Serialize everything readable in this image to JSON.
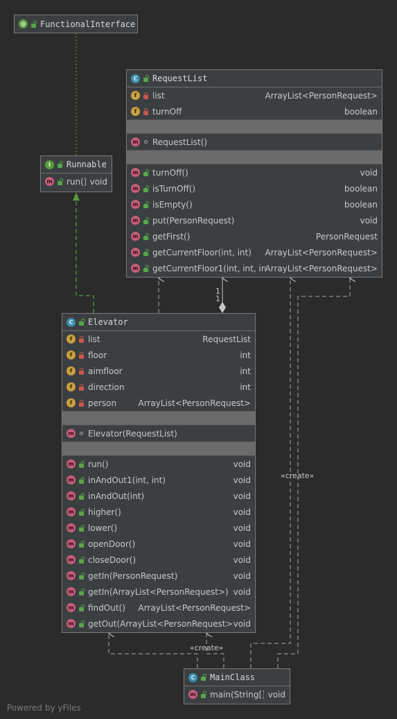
{
  "diagram": {
    "functional_interface": {
      "name": "FunctionalInterface",
      "icon": "annotation-icon"
    },
    "runnable": {
      "name": "Runnable",
      "icon": "interface-icon",
      "methods": [
        {
          "name": "run()",
          "type": "void"
        }
      ]
    },
    "request_list": {
      "name": "RequestList",
      "icon": "class-icon",
      "fields": [
        {
          "name": "list",
          "type": "ArrayList<PersonRequest>",
          "visibility": "private"
        },
        {
          "name": "turnOff",
          "type": "boolean",
          "visibility": "private"
        }
      ],
      "constructors": [
        {
          "name": "RequestList()",
          "type": "",
          "visibility": "package"
        }
      ],
      "methods": [
        {
          "name": "turnOff()",
          "type": "void"
        },
        {
          "name": "isTurnOff()",
          "type": "boolean"
        },
        {
          "name": "isEmpty()",
          "type": "boolean"
        },
        {
          "name": "put(PersonRequest)",
          "type": "void"
        },
        {
          "name": "getFirst()",
          "type": "PersonRequest"
        },
        {
          "name": "getCurrentFloor(int, int)",
          "type": "ArrayList<PersonRequest>"
        },
        {
          "name": "getCurrentFloor1(int, int, int)",
          "type": "ArrayList<PersonRequest>"
        }
      ]
    },
    "elevator": {
      "name": "Elevator",
      "icon": "class-icon",
      "fields": [
        {
          "name": "list",
          "type": "RequestList",
          "visibility": "private"
        },
        {
          "name": "floor",
          "type": "int",
          "visibility": "private"
        },
        {
          "name": "aimfloor",
          "type": "int",
          "visibility": "private"
        },
        {
          "name": "direction",
          "type": "int",
          "visibility": "private"
        },
        {
          "name": "person",
          "type": "ArrayList<PersonRequest>",
          "visibility": "private"
        }
      ],
      "constructors": [
        {
          "name": "Elevator(RequestList)",
          "type": "",
          "visibility": "package"
        }
      ],
      "methods": [
        {
          "name": "run()",
          "type": "void"
        },
        {
          "name": "inAndOut1(int, int)",
          "type": "void"
        },
        {
          "name": "inAndOut(int)",
          "type": "void"
        },
        {
          "name": "higher()",
          "type": "void"
        },
        {
          "name": "lower()",
          "type": "void"
        },
        {
          "name": "openDoor()",
          "type": "void"
        },
        {
          "name": "closeDoor()",
          "type": "void"
        },
        {
          "name": "getIn(PersonRequest)",
          "type": "void"
        },
        {
          "name": "getIn(ArrayList<PersonRequest>)",
          "type": "void"
        },
        {
          "name": "findOut()",
          "type": "ArrayList<PersonRequest>"
        },
        {
          "name": "getOut(ArrayList<PersonRequest>)",
          "type": "void"
        }
      ]
    },
    "main_class": {
      "name": "MainClass",
      "icon": "main-class-icon",
      "methods": [
        {
          "name": "main(String[])",
          "type": "void"
        }
      ]
    },
    "edge_labels": {
      "multiplicity_a": "1",
      "multiplicity_b": "1",
      "create_right": "«create»",
      "create_bottom": "«create»"
    },
    "watermark": "Powered by yFiles"
  },
  "colors": {
    "background": "#2b2b2b",
    "node": "#3c3f41",
    "dependency": "#a8a8a8",
    "realization": "#5a9d3c",
    "annotation_link": "#8a9a3c"
  }
}
